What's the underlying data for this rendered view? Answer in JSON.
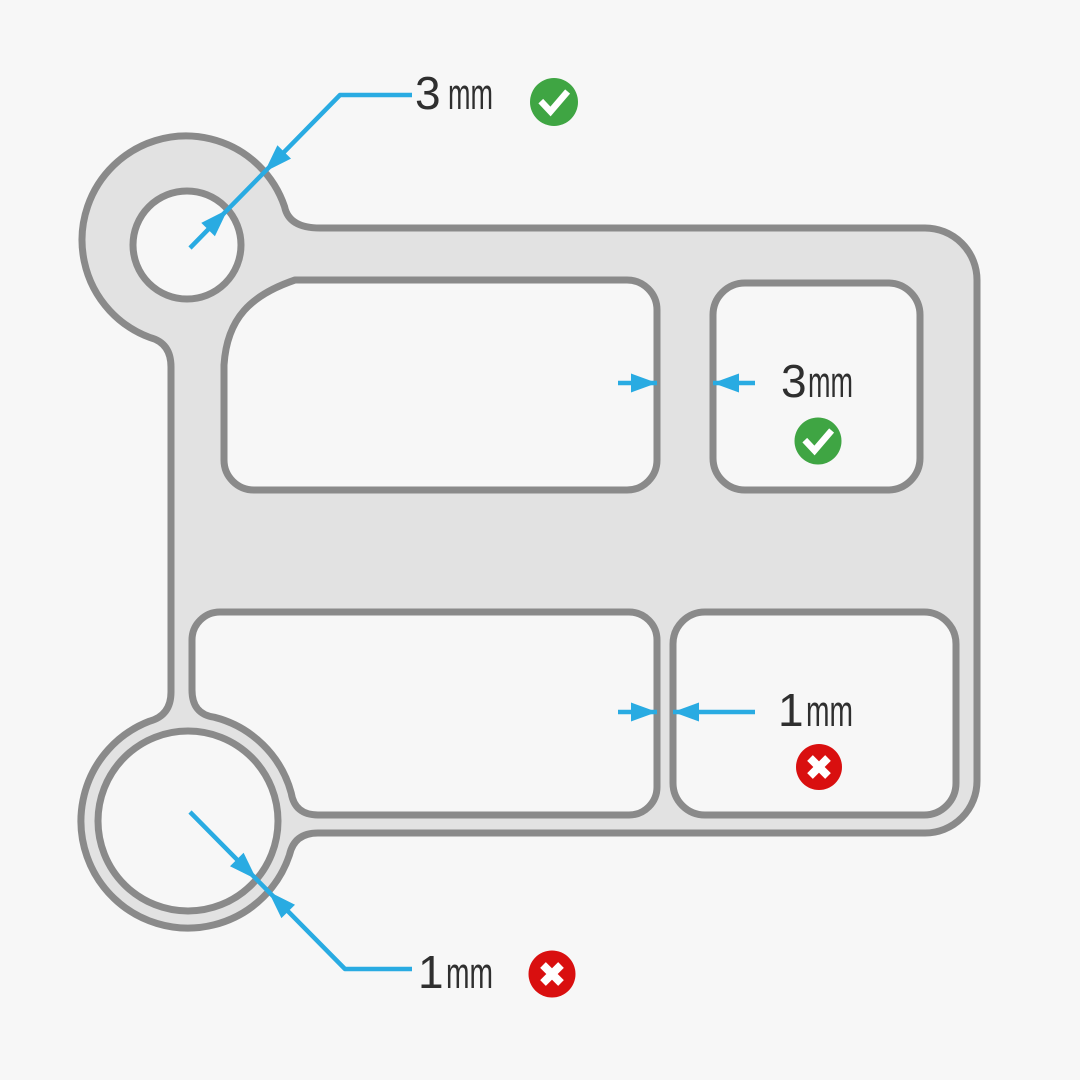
{
  "annotations": [
    {
      "id": "top-ring-wall",
      "value": "3",
      "unit": "mm",
      "status": "pass",
      "icon": "check-circle-icon"
    },
    {
      "id": "upper-rib",
      "value": "3",
      "unit": "mm",
      "status": "pass",
      "icon": "check-circle-icon"
    },
    {
      "id": "lower-rib",
      "value": "1",
      "unit": "mm",
      "status": "fail",
      "icon": "x-circle-icon"
    },
    {
      "id": "bottom-ring-wall",
      "value": "1",
      "unit": "mm",
      "status": "fail",
      "icon": "x-circle-icon"
    }
  ],
  "colors": {
    "background": "#f7f7f7",
    "part_fill": "#e2e2e2",
    "part_outline": "#8a8a8a",
    "dimension_blue": "#29abe2",
    "pass_green": "#3fa543",
    "fail_red": "#d90f0f",
    "label_text": "#2f2f2f"
  }
}
